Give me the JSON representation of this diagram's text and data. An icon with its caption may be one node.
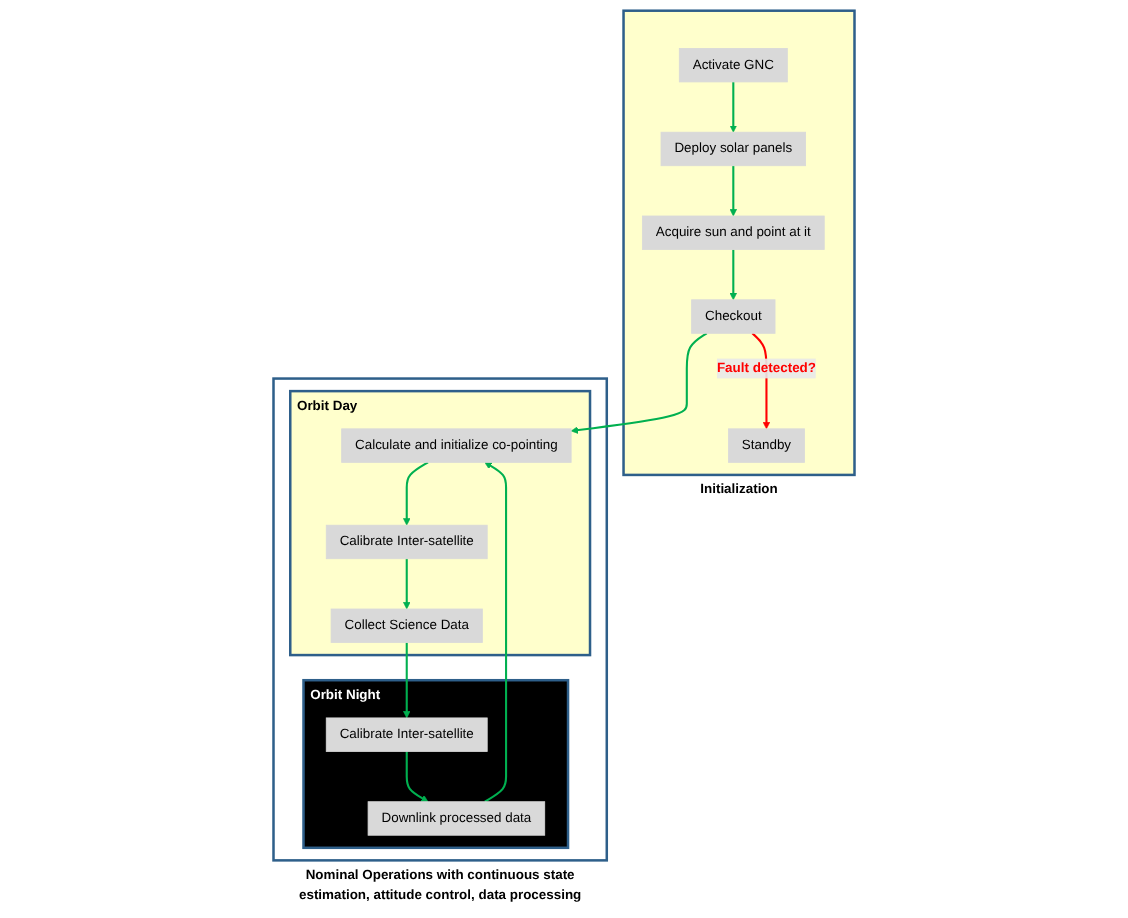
{
  "diagram": {
    "nodes": [
      {
        "text": [
          "Initialization"
        ]
      },
      {
        "text": [
          "Activate GNC"
        ],
        "in": 0
      },
      {
        "text": [
          "Deploy solar panels"
        ],
        "in": 0
      },
      {
        "text": [
          "Acquire sun and point at it"
        ],
        "in": 0
      },
      {
        "text": [
          "Checkout"
        ],
        "in": 0
      },
      {
        "text": [
          "Standby"
        ],
        "in": 0
      },
      {
        "text": [
          "Nominal Operations with continuous state estimation, attitude control, data processing"
        ]
      },
      {
        "text": [
          "Orbit Day"
        ],
        "in": 6
      },
      {
        "text": [
          "Collect Science Data"
        ],
        "in": 7
      },
      {
        "text": [
          "Calibrate Inter-satellite"
        ],
        "in": 7
      },
      {
        "text": [
          "Calculate and initialize co-pointing"
        ],
        "in": 7
      },
      {
        "text": [
          "Orbit Night"
        ],
        "in": 6
      },
      {
        "text": [
          "Calibrate Inter-satellite"
        ],
        "in": 11
      },
      {
        "text": [
          "Downlink processed data"
        ],
        "in": 11
      }
    ],
    "edges": [
      {
        "from": 1,
        "to": 2,
        "arrow": "to"
      },
      {
        "from": 2,
        "to": 3,
        "arrow": "to"
      },
      {
        "from": 3,
        "to": 4,
        "arrow": "to"
      },
      {
        "from": 4,
        "to": 5,
        "arrow": "to",
        "label": "Fault detected?",
        "color": "#ff0000"
      },
      {
        "from": 4,
        "to": 10,
        "arrow": "to"
      },
      {
        "from": 10,
        "to": 9,
        "arrow": "to"
      },
      {
        "from": 9,
        "to": 8,
        "arrow": "to"
      },
      {
        "from": 8,
        "to": 12,
        "arrow": "to"
      },
      {
        "from": 12,
        "to": 13,
        "arrow": "to"
      },
      {
        "from": 13,
        "to": 10,
        "arrow": "to"
      }
    ]
  }
}
